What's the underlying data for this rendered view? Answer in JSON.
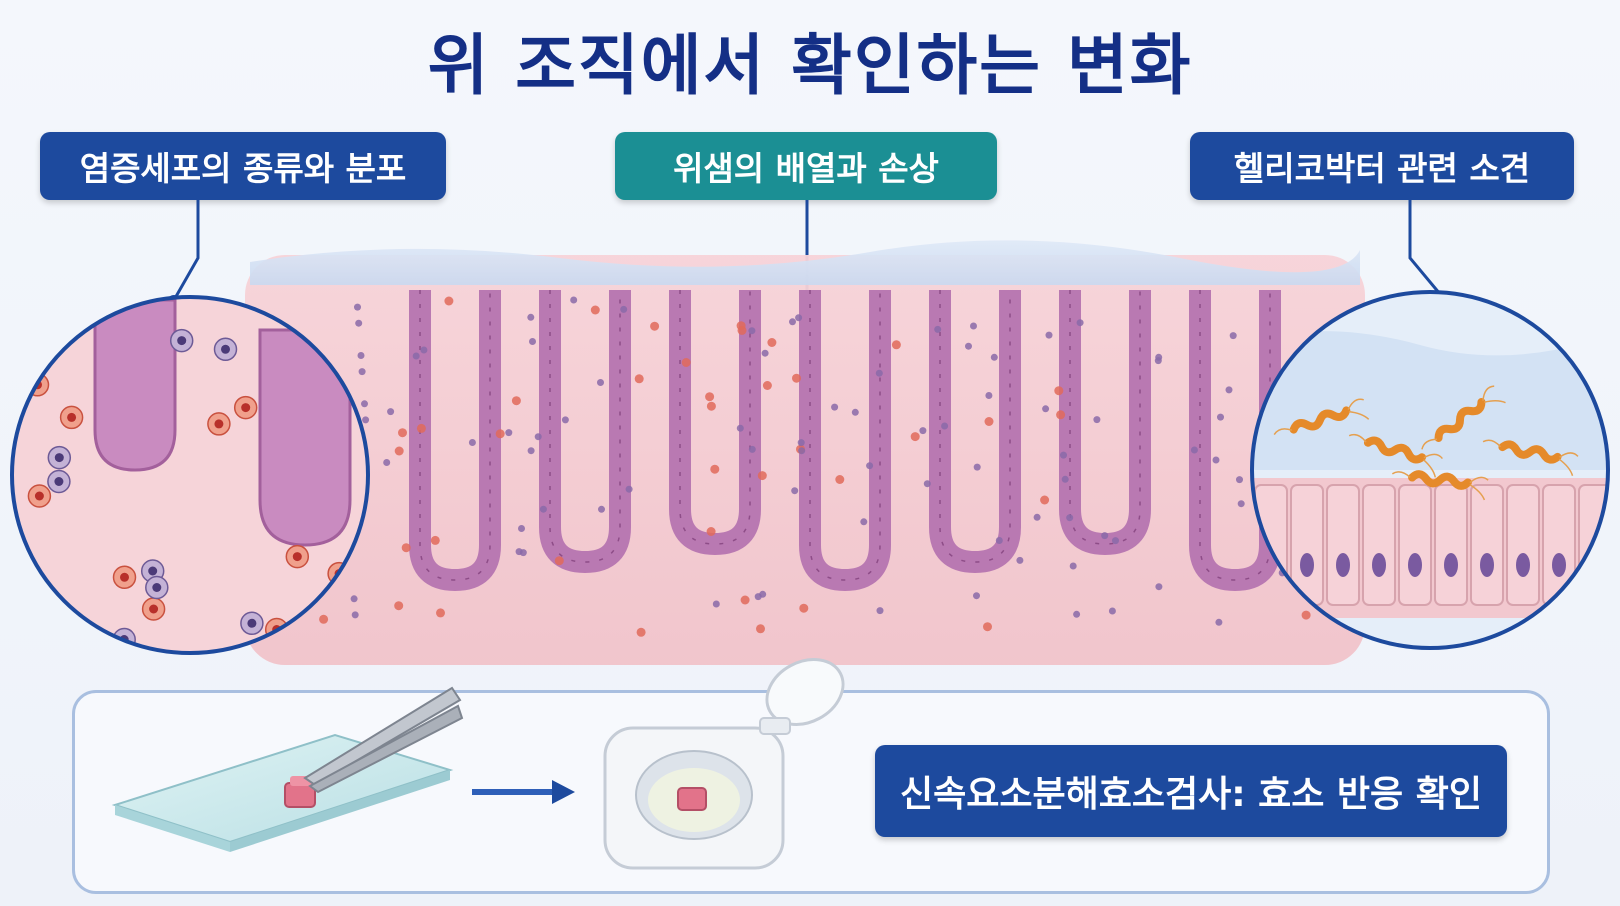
{
  "title": "위 조직에서 확인하는 변화",
  "labels": {
    "left": "염증세포의 종류와 분포",
    "center": "위샘의 배열과 손상",
    "right": "헬리코박터 관련 소견"
  },
  "test": {
    "caption": "신속요소분해효소검사: 효소 반응 확인"
  },
  "colors": {
    "title": "#142f86",
    "label_blue": "#1d4a9e",
    "label_teal": "#1b8f94",
    "tissue_pink": "#f5c9cf",
    "gland_purple": "#b979b2",
    "bacteria_orange": "#e58a2a"
  },
  "icons": [
    "tweezers-icon",
    "glass-slide-icon",
    "arrow-right-icon",
    "test-kit-icon",
    "tissue-sample-icon",
    "bacteria-icon"
  ]
}
